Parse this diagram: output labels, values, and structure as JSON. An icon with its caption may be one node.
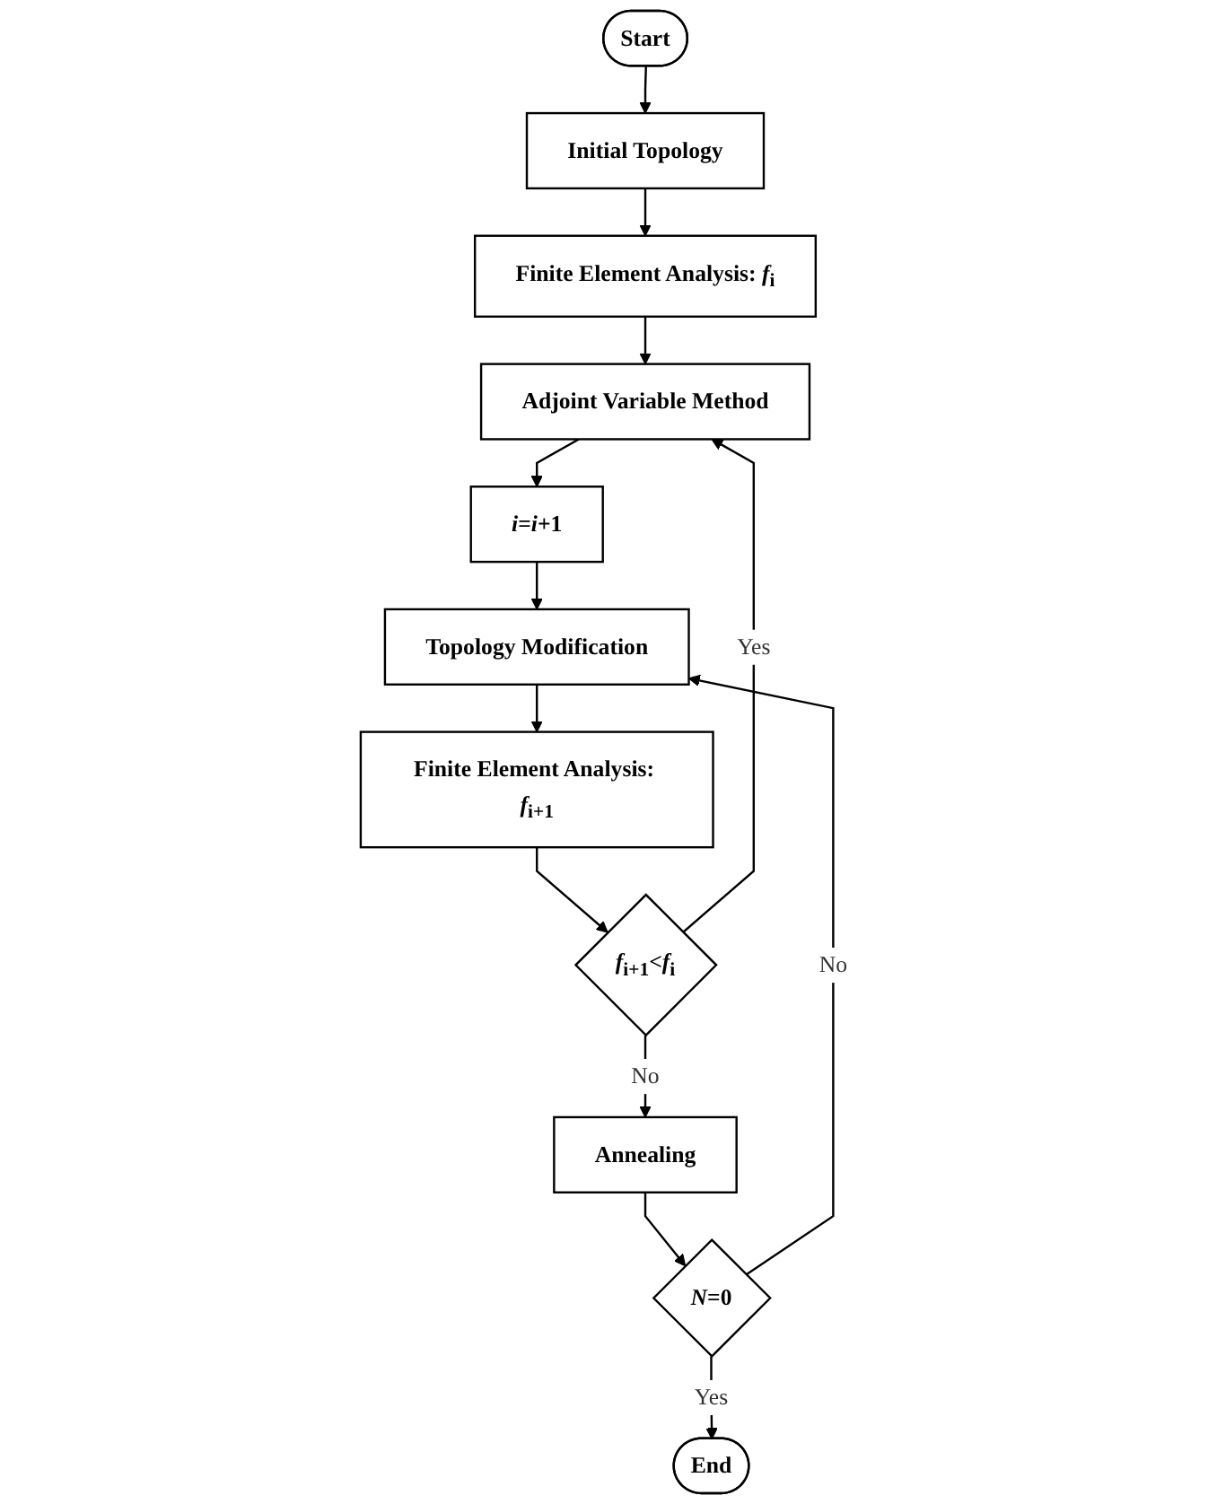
{
  "diagram": {
    "nodes": [
      {
        "text": [
          "Start"
        ]
      },
      {
        "text": [
          "Initial Topology"
        ]
      },
      {
        "text": [
          "Finite Element Analysis: *f*$_{i}$"
        ]
      },
      {
        "text": [
          "Adjoint Variable Method"
        ]
      },
      {
        "text": [
          "*i*=*i*+1"
        ]
      },
      {
        "text": [
          "Topology Modification"
        ]
      },
      {
        "text": [
          "Finite Element Analysis: *f*$_{i+1}$"
        ]
      },
      {
        "text": [
          "*f*$_{i+1}$<*f*$_{i}$"
        ]
      },
      {
        "text": [
          "Annealing"
        ]
      },
      {
        "text": [
          "*N*=0"
        ]
      },
      {
        "text": [
          "End"
        ]
      }
    ],
    "edges": [
      {
        "from": 0,
        "to": 1,
        "arrow": "to"
      },
      {
        "from": 1,
        "to": 2,
        "arrow": "to"
      },
      {
        "from": 2,
        "to": 3,
        "arrow": "to"
      },
      {
        "from": 3,
        "to": 4,
        "arrow": "to"
      },
      {
        "from": 4,
        "to": 5,
        "arrow": "to"
      },
      {
        "from": 5,
        "to": 6,
        "arrow": "to"
      },
      {
        "from": 6,
        "to": 7,
        "arrow": "to"
      },
      {
        "from": 7,
        "to": 8,
        "label": "No",
        "arrow": "to"
      },
      {
        "from": 8,
        "to": 9,
        "arrow": "to"
      },
      {
        "from": 9,
        "to": 5,
        "label": "No",
        "arrow": "to"
      },
      {
        "from": 9,
        "to": 10,
        "label": "Yes",
        "arrow": "to"
      },
      {
        "from": 7,
        "to": 3,
        "label": "Yes",
        "arrow": "to"
      }
    ]
  }
}
